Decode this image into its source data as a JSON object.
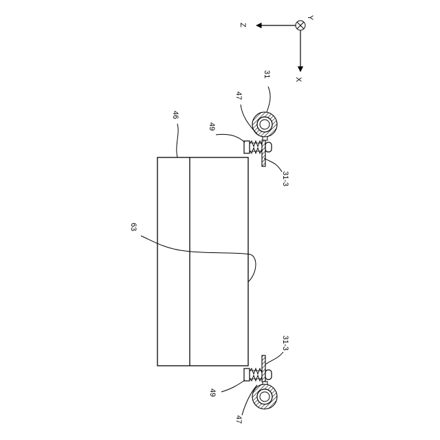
{
  "axes": {
    "z": "Z",
    "y": "Y",
    "x": "X"
  },
  "labels": {
    "main_body": "46",
    "curve": "63",
    "ring": "31",
    "fastener_top": "47",
    "fastener_bottom": "47",
    "spring_top": "49",
    "spring_bottom": "49",
    "plate_top": "31-3",
    "plate_bottom": "31-3"
  }
}
